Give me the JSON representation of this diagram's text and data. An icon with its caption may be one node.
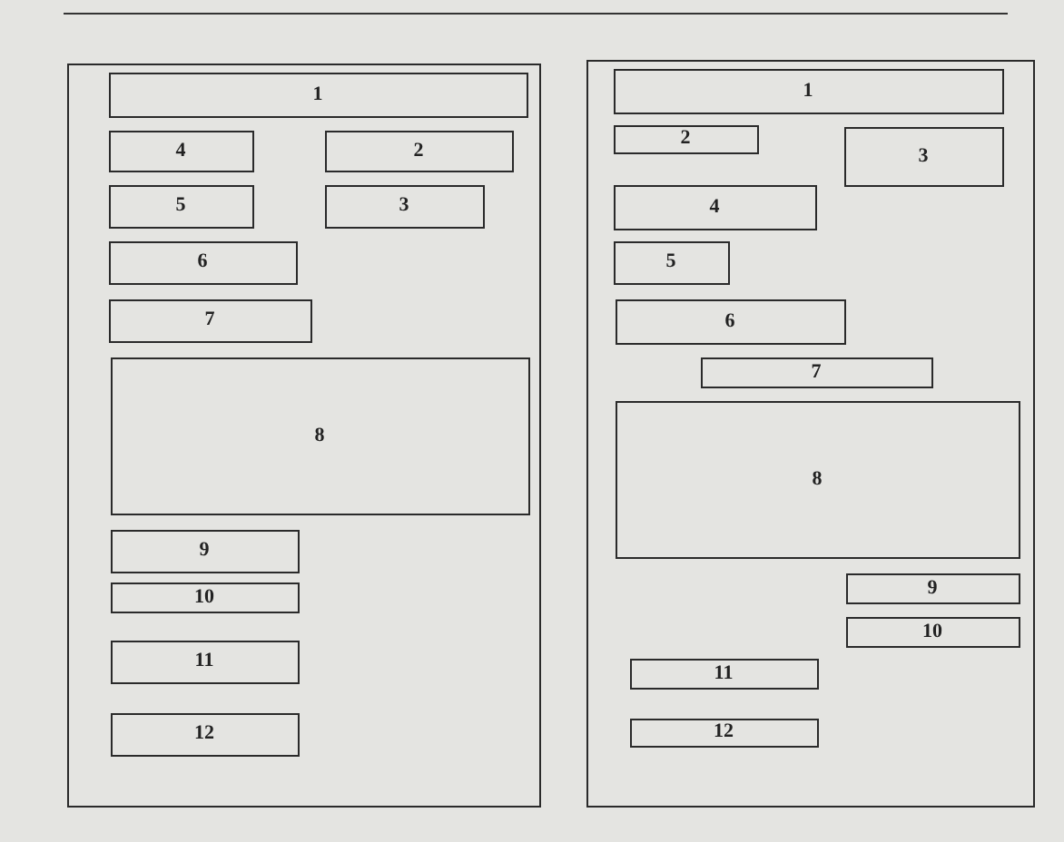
{
  "diagram": {
    "nodes": [
      {
        "text": [],
        "shape": "box"
      },
      {
        "text": [
          "1"
        ],
        "in": 0
      },
      {
        "text": [
          "4"
        ],
        "in": 0
      },
      {
        "text": [
          "2"
        ],
        "in": 0
      },
      {
        "text": [
          "5"
        ],
        "in": 0
      },
      {
        "text": [
          "3"
        ],
        "in": 0
      },
      {
        "text": [
          "6"
        ],
        "in": 0
      },
      {
        "text": [
          "7"
        ],
        "in": 0
      },
      {
        "text": [
          "8"
        ],
        "in": 0
      },
      {
        "text": [
          "9"
        ],
        "in": 0
      },
      {
        "text": [
          "10"
        ],
        "in": 0
      },
      {
        "text": [
          "11"
        ],
        "in": 0
      },
      {
        "text": [
          "12"
        ],
        "in": 0
      },
      {
        "text": [],
        "shape": "box"
      },
      {
        "text": [
          "1"
        ],
        "in": 13
      },
      {
        "text": [
          "2"
        ],
        "in": 13
      },
      {
        "text": [
          "3"
        ],
        "in": 13
      },
      {
        "text": [
          "4"
        ],
        "in": 13
      },
      {
        "text": [
          "5"
        ],
        "in": 13
      },
      {
        "text": [
          "6"
        ],
        "in": 13
      },
      {
        "text": [
          "7"
        ],
        "in": 13
      },
      {
        "text": [
          "8"
        ],
        "in": 13
      },
      {
        "text": [
          "9"
        ],
        "in": 13
      },
      {
        "text": [
          "10"
        ],
        "in": 13
      },
      {
        "text": [
          "11"
        ],
        "in": 13
      },
      {
        "text": [
          "12"
        ],
        "in": 13
      }
    ]
  }
}
